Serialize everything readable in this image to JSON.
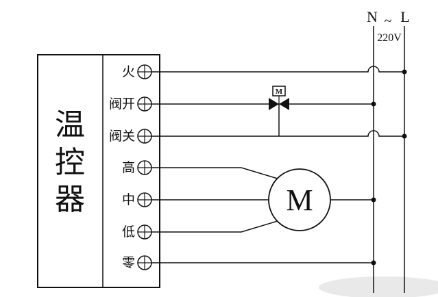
{
  "diagram": {
    "controller_label": "温控器",
    "terminals": [
      {
        "label": "火"
      },
      {
        "label": "阀开"
      },
      {
        "label": "阀关"
      },
      {
        "label": "高"
      },
      {
        "label": "中"
      },
      {
        "label": "低"
      },
      {
        "label": "零"
      }
    ],
    "valve_label": "M",
    "motor_label": "M",
    "power": {
      "neutral": "N",
      "ac": "~",
      "live": "L",
      "voltage": "220V"
    },
    "colors": {
      "line": "#111111",
      "background": "#ffffff"
    }
  }
}
